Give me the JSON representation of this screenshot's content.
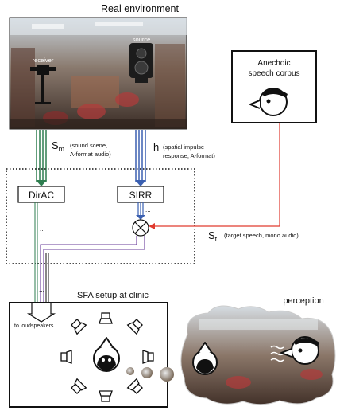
{
  "labels": {
    "real_environment": "Real environment",
    "source": "source",
    "receiver": "receiver",
    "anechoic_line1": "Anechoic",
    "anechoic_line2": "speech corpus",
    "sm_symbol": "S",
    "sm_sub": "m",
    "sm_desc1": "(sound scene,",
    "sm_desc2": "A-format audio)",
    "h_symbol": "h",
    "h_desc1": "(spatial impulse",
    "h_desc2": "response, A-format)",
    "dirac": "DirAC",
    "sirr": "SIRR",
    "st_symbol": "S",
    "st_sub": "t",
    "st_desc": "(target speech, mono audio)",
    "sfa_title": "SFA setup at clinic",
    "to_loudspeakers": "to loudspeakers",
    "perception": "perception",
    "dots": "..."
  },
  "colors": {
    "green": "#2e7d4f",
    "blue": "#3a5fb0",
    "red": "#e03a2f",
    "purple": "#6a3d9a",
    "black": "#111111"
  },
  "icons": [
    "microphone-icon",
    "speaker-icon",
    "bird-head-icon",
    "multiplier-icon",
    "listener-head-icon",
    "loudspeaker-icon",
    "cloud-icon"
  ]
}
